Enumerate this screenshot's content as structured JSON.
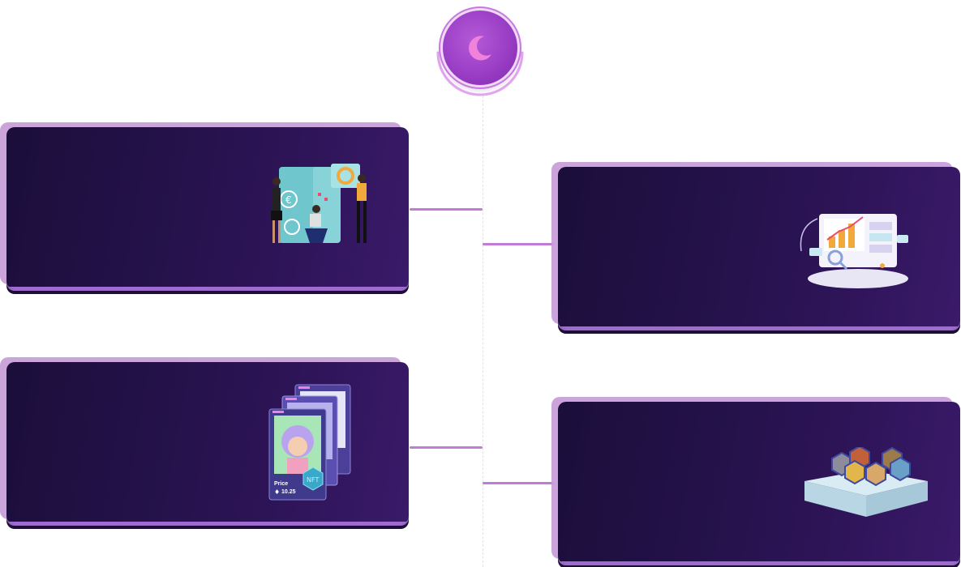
{
  "theme_toggle": {
    "icon": "moon-icon"
  },
  "cards": [
    {
      "id": "finance-team",
      "illustration": "finance-team-illustration"
    },
    {
      "id": "analytics",
      "illustration": "analytics-dashboard-illustration"
    },
    {
      "id": "nft-cards",
      "illustration": "nft-cards-illustration",
      "price_label": "Price",
      "price_value": "10.25"
    },
    {
      "id": "nft-collection",
      "illustration": "nft-collection-illustration"
    }
  ],
  "colors": {
    "card_bg": "#231148",
    "accent": "#c27bd8",
    "moon": "#9a3ec6"
  }
}
